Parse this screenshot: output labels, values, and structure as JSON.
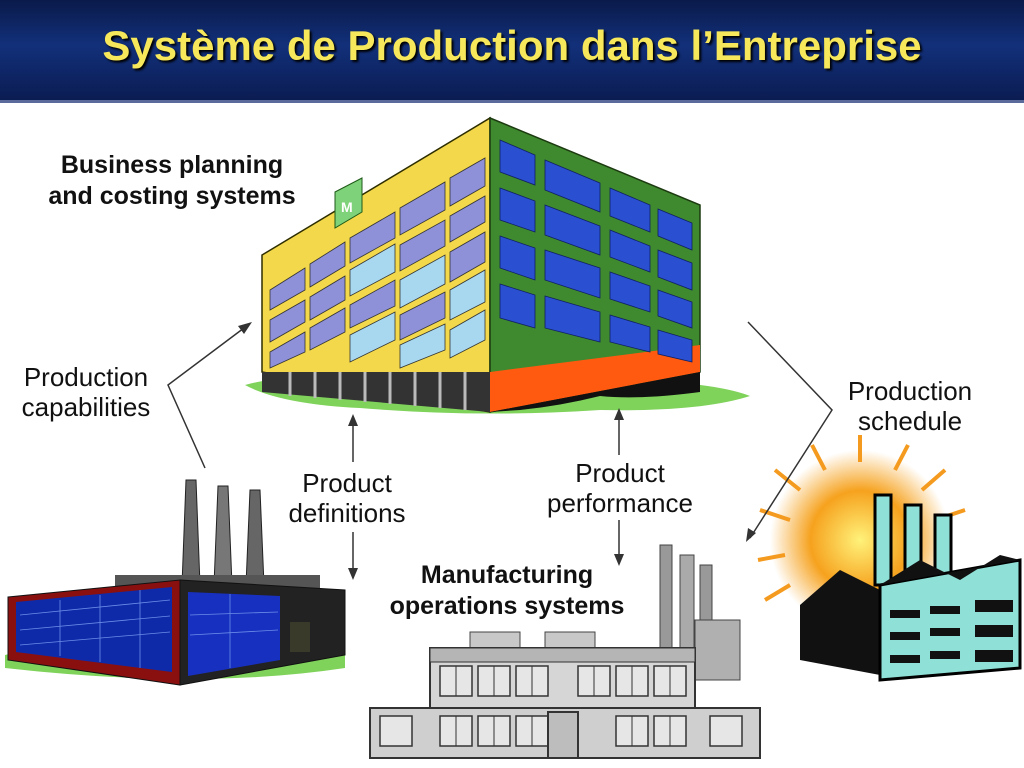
{
  "title": "Système de Production dans l’Entreprise",
  "labels": {
    "business_planning": [
      "Business planning",
      "and costing systems"
    ],
    "production_capabilities": [
      "Production",
      "capabilities"
    ],
    "product_definitions": [
      "Product",
      "definitions"
    ],
    "product_performance": [
      "Product",
      "performance"
    ],
    "production_schedule": [
      "Production",
      "schedule"
    ],
    "manufacturing_ops": [
      "Manufacturing",
      "operations systems"
    ]
  },
  "colors": {
    "title_text": "#f6e85a",
    "title_bg": "#12307a",
    "building_yellow": "#f2d84a",
    "building_green": "#3f8a2e",
    "window_blue": "#2a4fd0",
    "window_lavender": "#8e90d8",
    "factory_teal": "#8fe0d6",
    "sun_orange": "#f49a1e",
    "plant_red": "#8a1010"
  },
  "icons": [
    "office-building-icon",
    "blue-factory-icon",
    "teal-factory-icon",
    "grey-plant-icon"
  ]
}
